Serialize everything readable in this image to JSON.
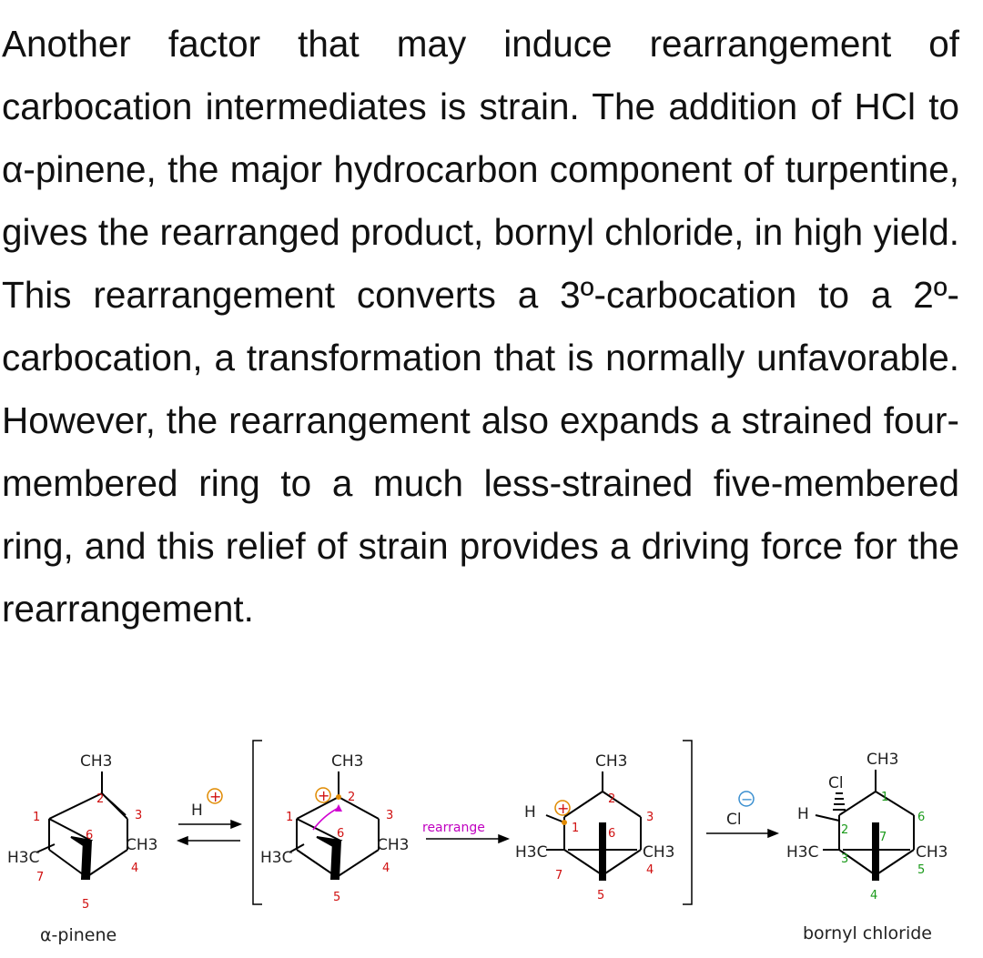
{
  "paragraph": "Another factor that may induce rearrangement of carbocation intermediates is strain. The addition of HCl to α-pinene, the major hydrocarbon component of turpentine, gives the rearranged product, bornyl chloride, in high yield. This rearrangement converts a 3º-carbocation to a 2º-carbocation, a transformation that is normally unfavorable. However, the rearrangement also expands a strained four-membered ring to a much less-strained five-membered ring, and this relief of strain provides a driving force for the rearrangement.",
  "scheme": {
    "reactant_name": "α-pinene",
    "product_name": "bornyl chloride",
    "reagent_proton": "H",
    "reagent_chloride": "Cl",
    "arrow_label": "rearrange",
    "ch3": "CH3",
    "h3c": "H3C",
    "cl": "Cl",
    "h": "H",
    "plus": "+",
    "minus": "−",
    "pinene_numbers": [
      "1",
      "2",
      "3",
      "4",
      "5",
      "6",
      "7"
    ],
    "cation1_numbers": [
      "1",
      "2",
      "3",
      "4",
      "5",
      "6"
    ],
    "cation2_numbers": [
      "1",
      "2",
      "3",
      "4",
      "5",
      "6",
      "7"
    ],
    "product_numbers": [
      "1",
      "2",
      "3",
      "4",
      "5",
      "6",
      "7"
    ]
  },
  "colors": {
    "text": "#111111",
    "numbers": "#d01010",
    "green_numbers": "#1a9a1a",
    "charge": "#e08a00",
    "arrow_label": "#c000c0",
    "minus": "#3a8fd0"
  }
}
